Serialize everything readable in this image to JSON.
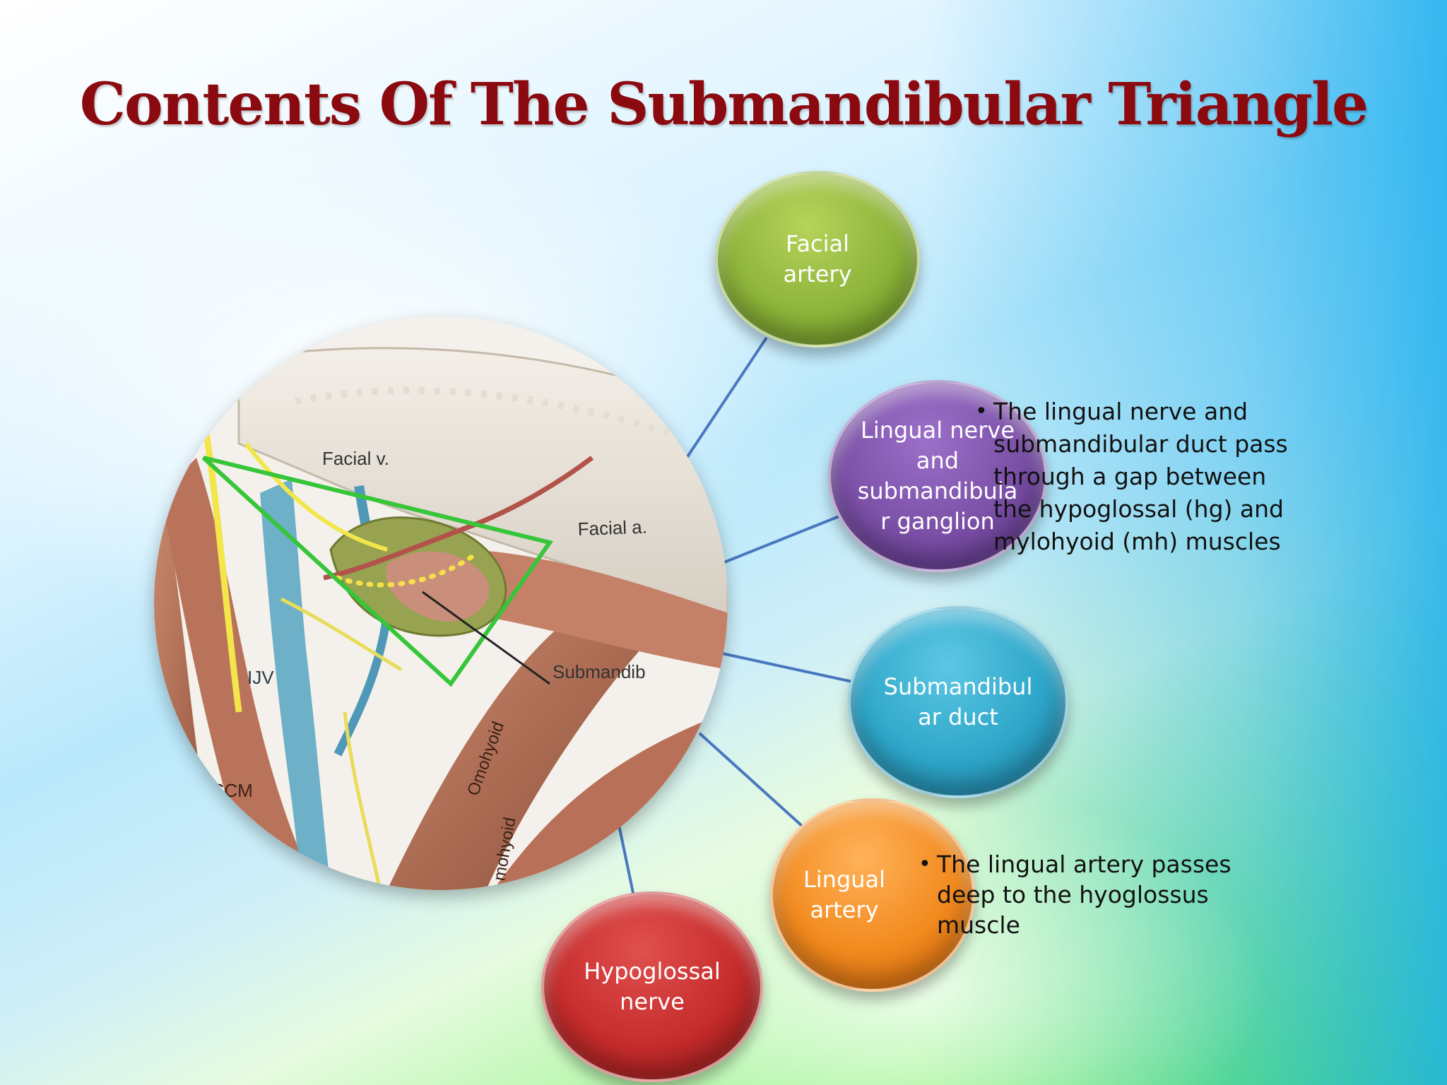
{
  "slide": {
    "title": "Contents Of The Submandibular Triangle"
  },
  "nodes": [
    {
      "label": "Facial artery",
      "color": "#8db43a"
    },
    {
      "label": "Lingual nerve and submandibular ganglion",
      "color": "#7a4fa6"
    },
    {
      "label": "Submandibular duct",
      "color": "#2ea6c9"
    },
    {
      "label": "Lingual artery",
      "color": "#f28a1e"
    },
    {
      "label": "Hypoglossal nerve",
      "color": "#c62c2c"
    }
  ],
  "node_lines": {
    "facial": [
      "Facial",
      "artery"
    ],
    "lingual_nerve": [
      "Lingual nerve",
      "and",
      "submandibula",
      "r ganglion"
    ],
    "duct": [
      "Submandibul",
      "ar duct"
    ],
    "lingual_artery": [
      "Lingual",
      "artery"
    ],
    "hypoglossal": [
      "Hypoglossal",
      "nerve"
    ]
  },
  "notes": {
    "lingual_nerve_note": [
      "The lingual nerve and",
      "submandibular duct pass",
      "through a gap between",
      "the hypoglossal (hg) and",
      "mylohyoid (mh) muscles"
    ],
    "lingual_artery_note": [
      "The lingual artery passes",
      "deep to the hyoglossus",
      "muscle"
    ],
    "bullet": "•"
  },
  "image_labels": {
    "facial_v": "Facial v.",
    "facial_a": "Facial a.",
    "submandib": "Submandib",
    "ijv": "IJV",
    "scm": "SCM",
    "omohyoid": "Omohyoid",
    "omohyoid_2": "mohyoid"
  },
  "colors": {
    "title": "#8b0a10",
    "connector": "#4a78c0"
  }
}
